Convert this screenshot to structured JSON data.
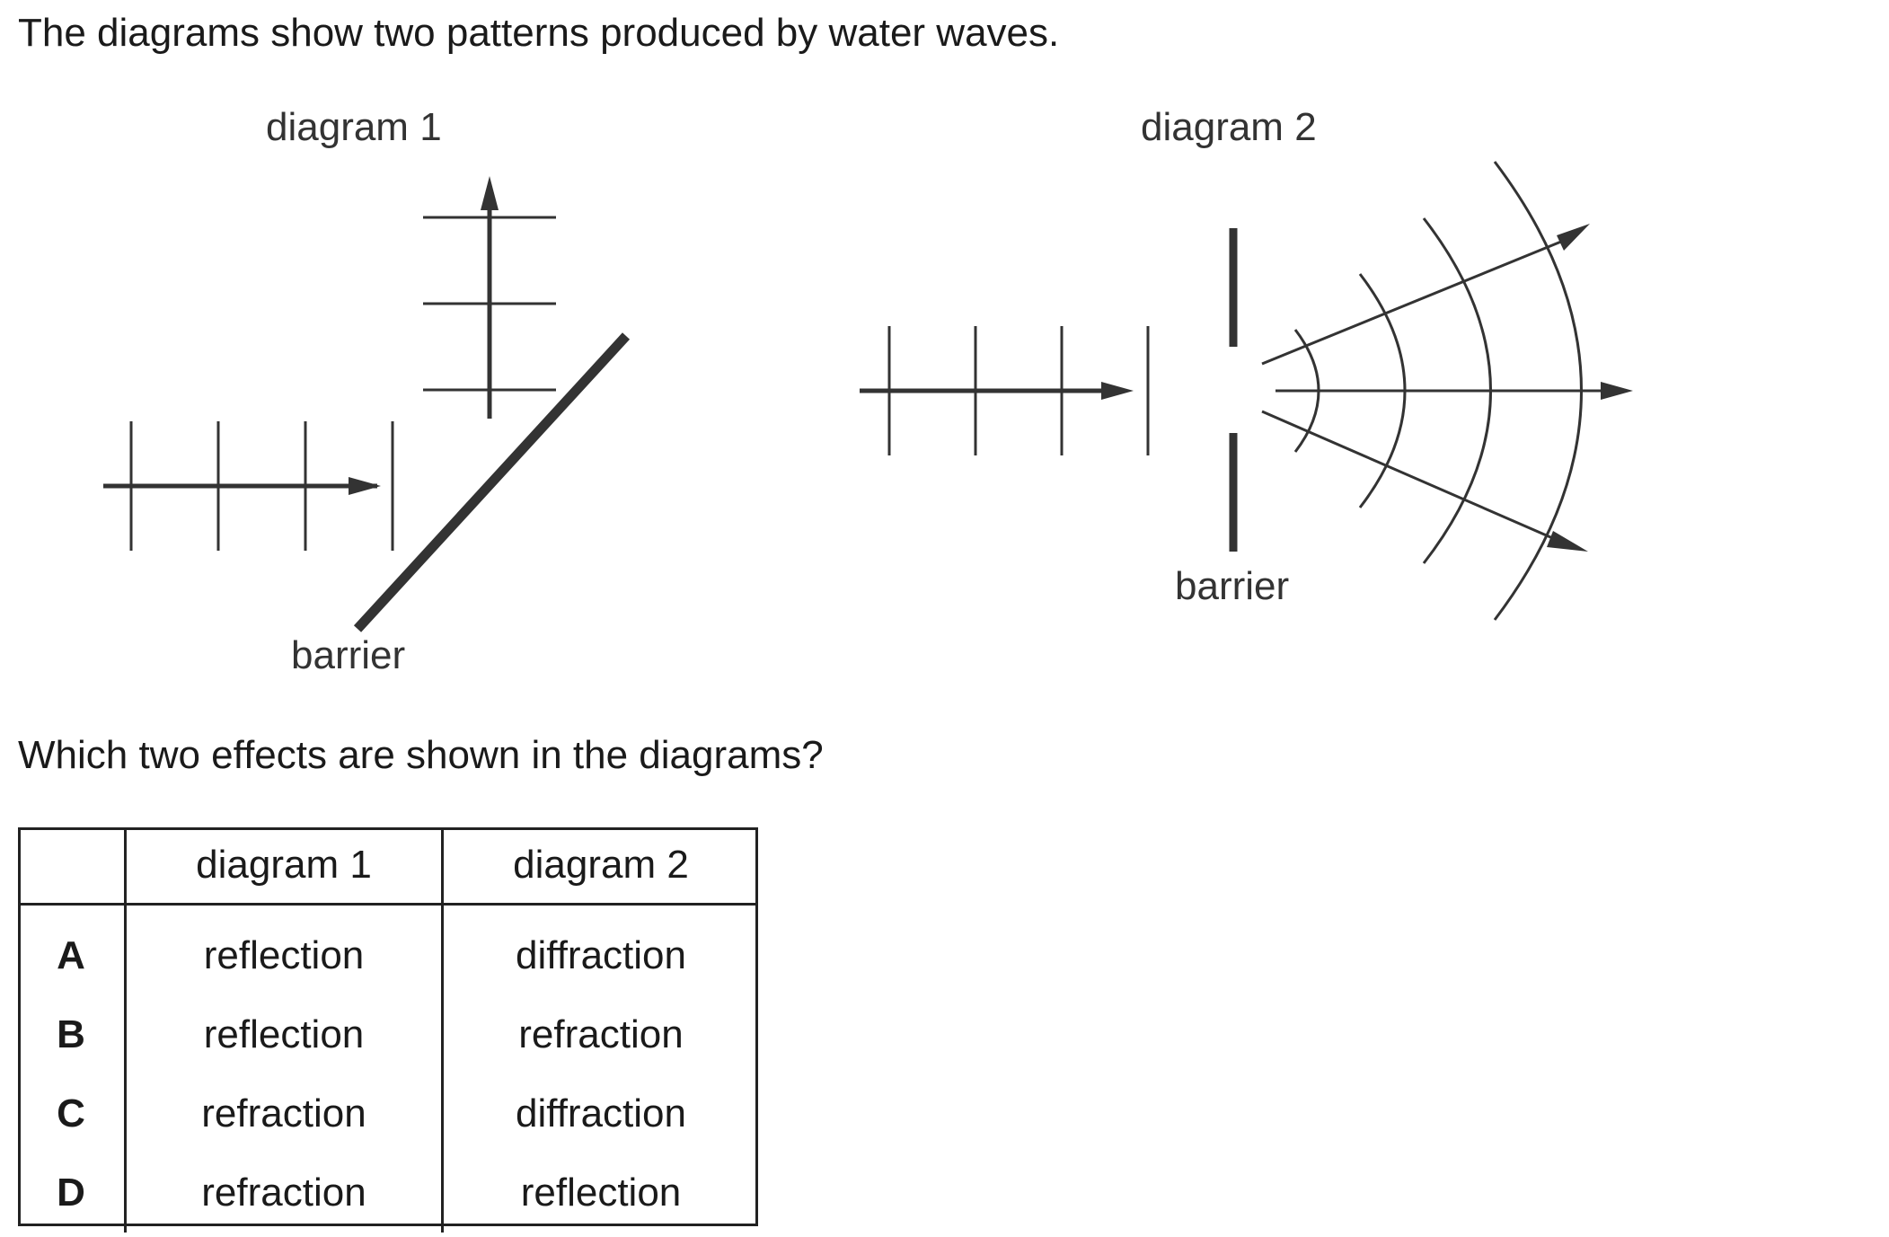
{
  "question": {
    "intro": "The diagrams show two patterns produced by water waves.",
    "prompt": "Which two effects are shown in the diagrams?"
  },
  "diagram1": {
    "title": "diagram 1",
    "barrier_label": "barrier"
  },
  "diagram2": {
    "title": "diagram 2",
    "barrier_label": "barrier"
  },
  "table": {
    "headers": [
      "",
      "diagram 1",
      "diagram 2"
    ],
    "rows": [
      {
        "key": "A",
        "diagram1": "reflection",
        "diagram2": "diffraction"
      },
      {
        "key": "B",
        "diagram1": "reflection",
        "diagram2": "refraction"
      },
      {
        "key": "C",
        "diagram1": "refraction",
        "diagram2": "diffraction"
      },
      {
        "key": "D",
        "diagram1": "refraction",
        "diagram2": "reflection"
      }
    ]
  }
}
